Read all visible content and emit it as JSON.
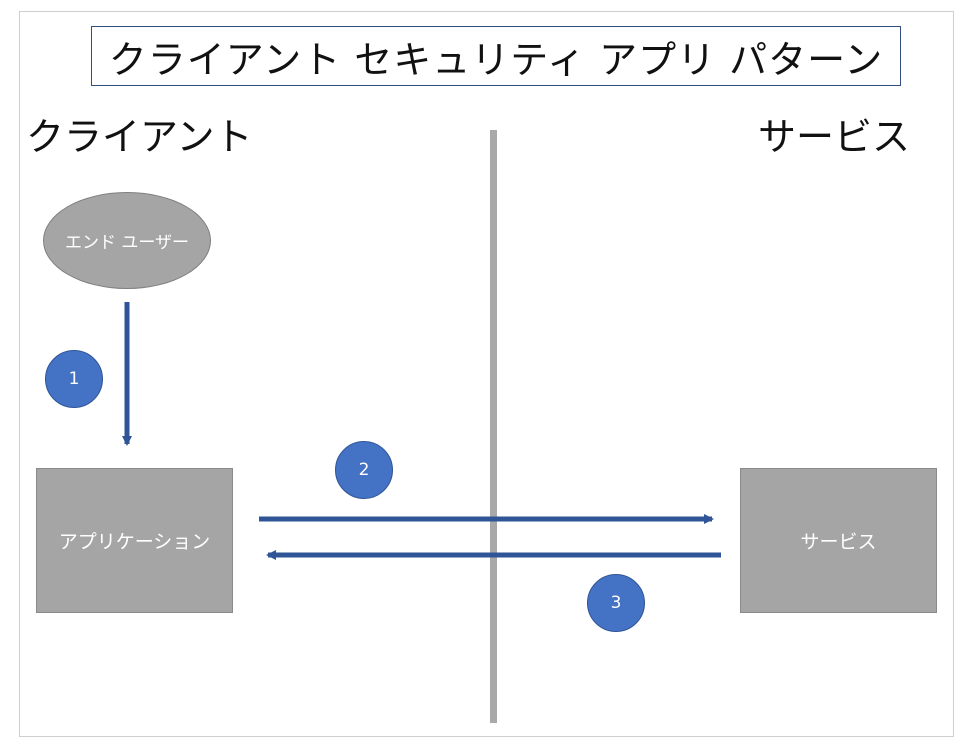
{
  "title": "クライアント セキュリティ アプリ パターン",
  "zones": {
    "client_label": "クライアント",
    "service_label": "サービス"
  },
  "nodes": {
    "end_user": "エンド ユーザー",
    "application": "アプリケーション",
    "service": "サービス"
  },
  "steps": {
    "one": "1",
    "two": "2",
    "three": "3"
  },
  "colors": {
    "arrow": "#2f5597",
    "step_fill": "#4472c4",
    "node_fill": "#a5a5a5",
    "divider": "#a9a9a9",
    "title_border": "#2f4f7a"
  }
}
